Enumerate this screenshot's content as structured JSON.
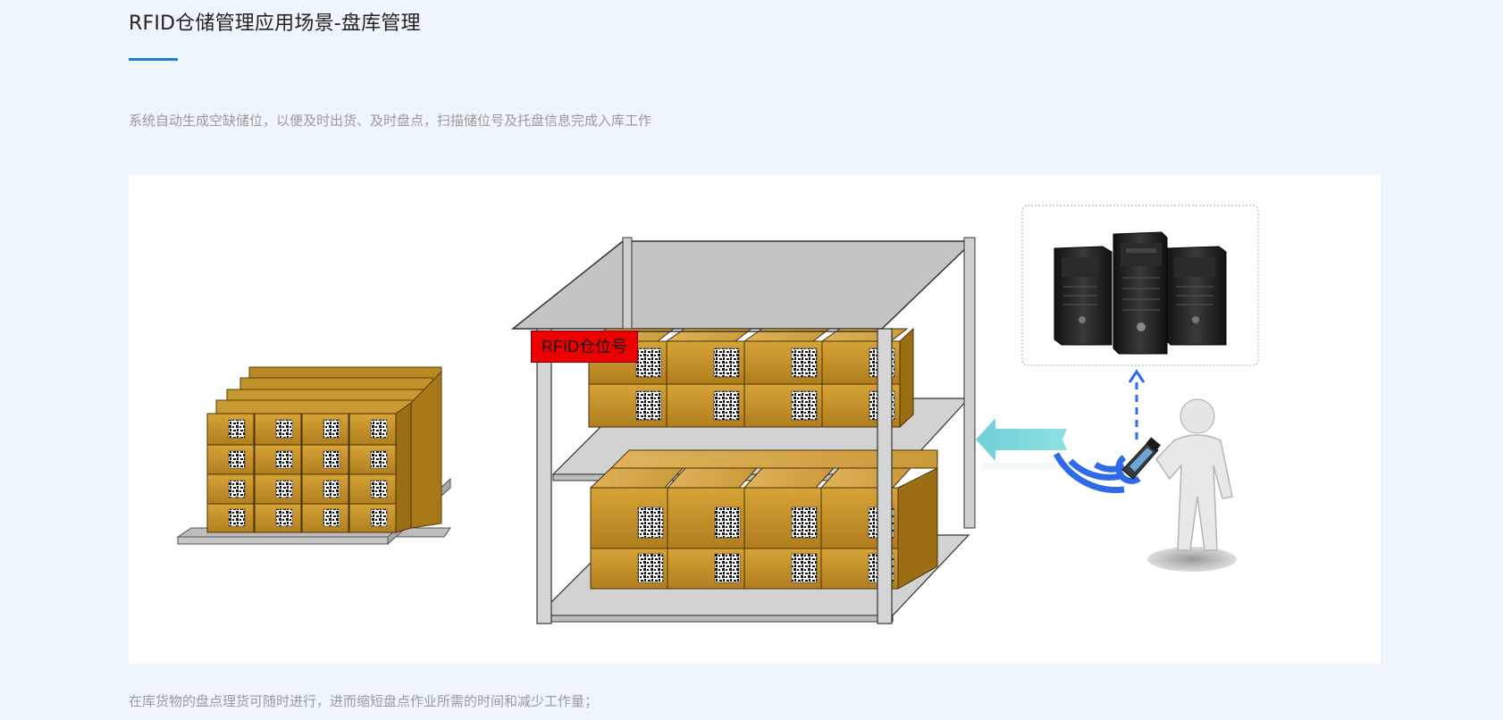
{
  "page": {
    "title": "RFID仓储管理应用场景-盘库管理",
    "description": "系统自动生成空缺储位，以便及时出货、及时盘点，扫描储位号及托盘信息完成入库工作",
    "caption": "在库货物的盘点理货可随时进行，进而缩短盘点作业所需的时间和减少工作量；"
  },
  "figure": {
    "shelf_label": "RFID仓位号"
  },
  "colors": {
    "accent": "#1b7fd6",
    "label_red": "#ee0000",
    "box": "#c8962a",
    "signal": "#2f6be8",
    "arrow": "#76d4d8",
    "server_frame": "#7fc57f"
  }
}
